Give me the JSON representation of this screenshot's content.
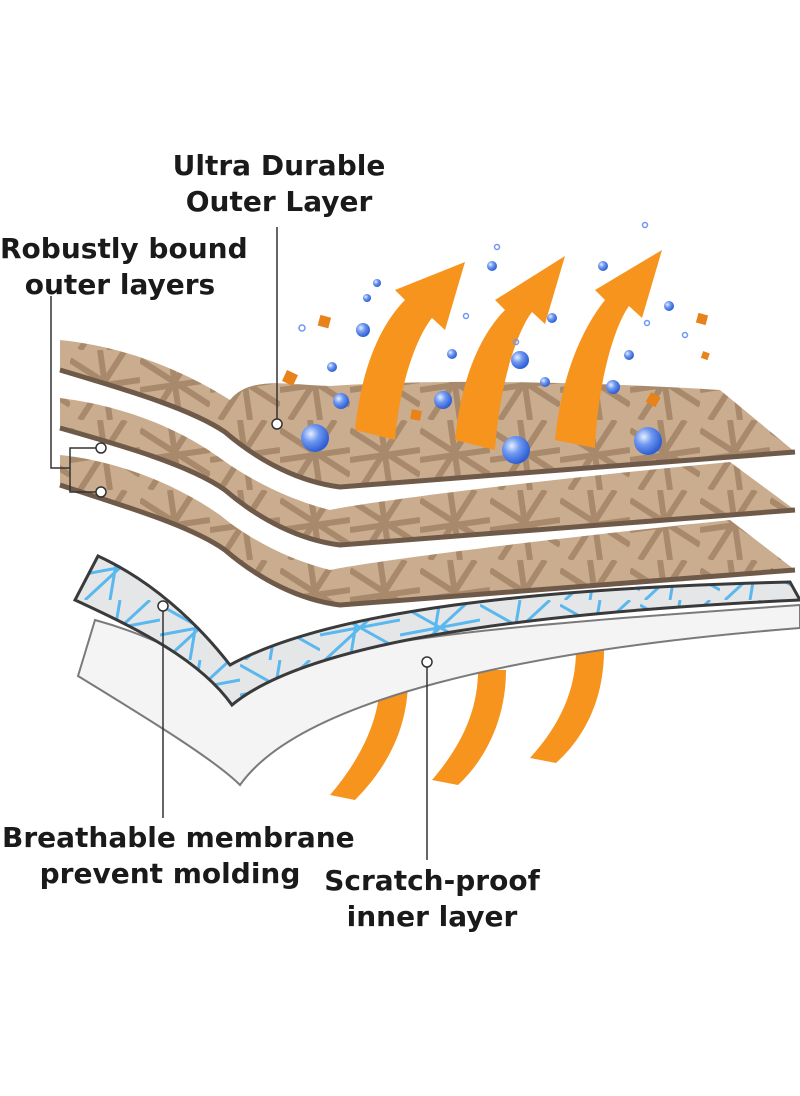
{
  "labels": {
    "outer_layer": {
      "line1": "Ultra Durable",
      "line2": "Outer Layer"
    },
    "bound_layers": {
      "line1": "Robustly bound",
      "line2": "outer layers"
    },
    "membrane": {
      "line1": "Breathable membrane",
      "line2": "prevent molding"
    },
    "inner_layer": {
      "line1": "Scratch-proof",
      "line2": "inner layer"
    }
  },
  "colors": {
    "fabric_tan": "#c9ad8e",
    "fabric_edge": "#6f5a4a",
    "fabric_pattern": "#a8896b",
    "membrane_blue": "#5bb8ee",
    "membrane_bg": "#e4e6e8",
    "inner_white": "#f4f4f4",
    "inner_edge": "#7a7a7a",
    "arrow_orange": "#f7941d",
    "bubble_blue": "#4d7fe8",
    "particle_orange": "#e8821a"
  },
  "icons": [
    "airflow-arrow-icon",
    "water-droplet-icon",
    "dust-particle-icon"
  ]
}
